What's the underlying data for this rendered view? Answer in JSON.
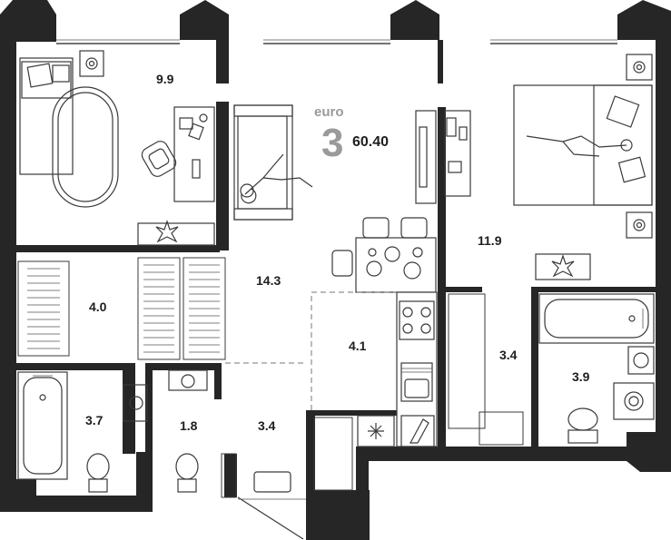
{
  "badge": {
    "prefix": "euro",
    "number": "3",
    "area": "60.40"
  },
  "rooms": {
    "bedroom_left": "9.9",
    "bedroom_right": "11.9",
    "living": "14.3",
    "kitchen": "4.1",
    "hall_left": "4.0",
    "bath_left": "3.7",
    "wc": "1.8",
    "entrance": "3.4",
    "hall_right": "3.4",
    "bath_right": "3.9"
  },
  "colors": {
    "wall": "#262626",
    "badge_gray": "#9a9a9a",
    "text": "#1e1e1e"
  }
}
